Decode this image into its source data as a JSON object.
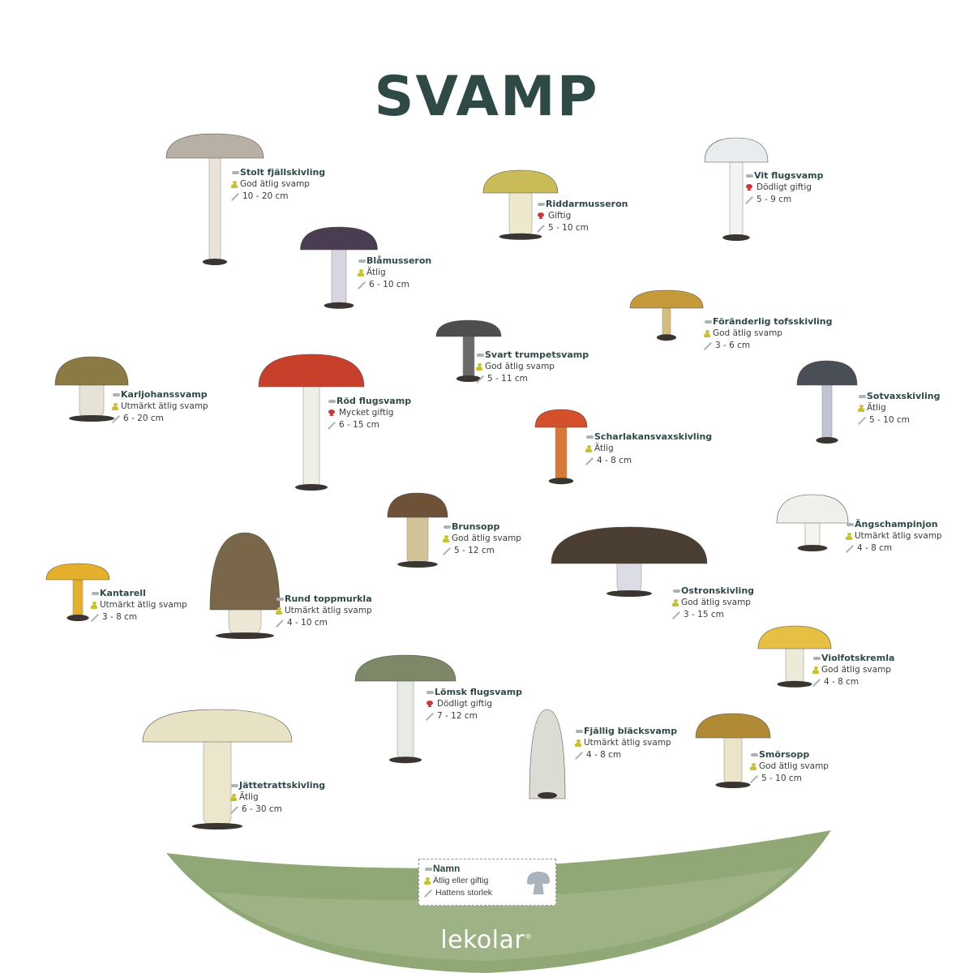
{
  "title": "SVAMP",
  "legend": {
    "name": "Namn",
    "edibility": "Ätlig eller giftig",
    "size": "Hattens storlek"
  },
  "logo": "lekolar",
  "colors": {
    "title": "#2f4a46",
    "edible_icon": "#c6c32a",
    "toxic_icon": "#c83a3a",
    "ground": "#8fa876"
  },
  "species": [
    {
      "name": "Stolt fjällskivling",
      "edibility": "God ätlig svamp",
      "toxic": false,
      "size": "10 - 20 cm"
    },
    {
      "name": "Blåmusseron",
      "edibility": "Ätlig",
      "toxic": false,
      "size": "6 - 10 cm"
    },
    {
      "name": "Riddarmusseron",
      "edibility": "Giftig",
      "toxic": true,
      "size": "5 - 10 cm"
    },
    {
      "name": "Vit flugsvamp",
      "edibility": "Dödligt giftig",
      "toxic": true,
      "size": "5 - 9 cm"
    },
    {
      "name": "Föränderlig tofsskivling",
      "edibility": "God ätlig svamp",
      "toxic": false,
      "size": "3 - 6 cm"
    },
    {
      "name": "Svart trumpetsvamp",
      "edibility": "God ätlig svamp",
      "toxic": false,
      "size": "5 - 11 cm"
    },
    {
      "name": "Karljohanssvamp",
      "edibility": "Utmärkt ätlig svamp",
      "toxic": false,
      "size": "6 - 20 cm"
    },
    {
      "name": "Röd flugsvamp",
      "edibility": "Mycket giftig",
      "toxic": true,
      "size": "6 - 15 cm"
    },
    {
      "name": "Sotvaxskivling",
      "edibility": "Ätlig",
      "toxic": false,
      "size": "5 - 10 cm"
    },
    {
      "name": "Scharlakansvaxskivling",
      "edibility": "Ätlig",
      "toxic": false,
      "size": "4 - 8 cm"
    },
    {
      "name": "Brunsopp",
      "edibility": "God ätlig svamp",
      "toxic": false,
      "size": "5 - 12 cm"
    },
    {
      "name": "Ängschampinjon",
      "edibility": "Utmärkt ätlig svamp",
      "toxic": false,
      "size": "4 - 8 cm"
    },
    {
      "name": "Kantarell",
      "edibility": "Utmärkt ätlig svamp",
      "toxic": false,
      "size": "3 - 8 cm"
    },
    {
      "name": "Rund toppmurkla",
      "edibility": "Utmärkt ätlig svamp",
      "toxic": false,
      "size": "4 - 10 cm"
    },
    {
      "name": "Ostronskivling",
      "edibility": "God ätlig svamp",
      "toxic": false,
      "size": "3 - 15 cm"
    },
    {
      "name": "Violfotskremla",
      "edibility": "God ätlig svamp",
      "toxic": false,
      "size": "4 - 8 cm"
    },
    {
      "name": "Lömsk flugsvamp",
      "edibility": "Dödligt giftig",
      "toxic": true,
      "size": "7 - 12 cm"
    },
    {
      "name": "Fjällig bläcksvamp",
      "edibility": "Utmärkt ätlig svamp",
      "toxic": false,
      "size": "4 - 8 cm"
    },
    {
      "name": "Smörsopp",
      "edibility": "God ätlig svamp",
      "toxic": false,
      "size": "5 - 10 cm"
    },
    {
      "name": "Jättetrattskivling",
      "edibility": "Ätlig",
      "toxic": false,
      "size": "6 - 30 cm"
    }
  ]
}
